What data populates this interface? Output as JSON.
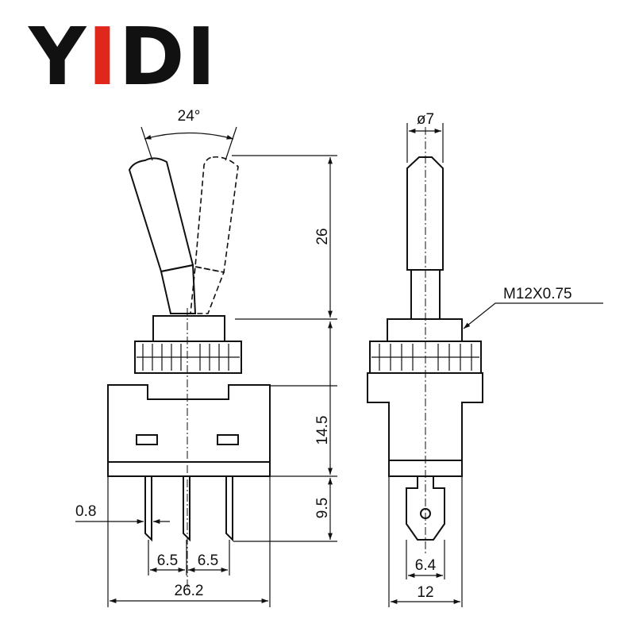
{
  "brand": {
    "first": "Y",
    "accent": "I",
    "rest": "DI",
    "accent_color": "#e0271b",
    "text_color": "#111111"
  },
  "dimensions": {
    "angle": "24°",
    "height_lever": "26",
    "height_body": "14.5",
    "terminal_length": "9.5",
    "terminal_thickness": "0.8",
    "pitch_left": "6.5",
    "pitch_right": "6.5",
    "body_width": "26.2",
    "lever_diameter": "ø7",
    "thread": "M12X0.75",
    "terminal_width": "6.4",
    "side_width": "12"
  }
}
